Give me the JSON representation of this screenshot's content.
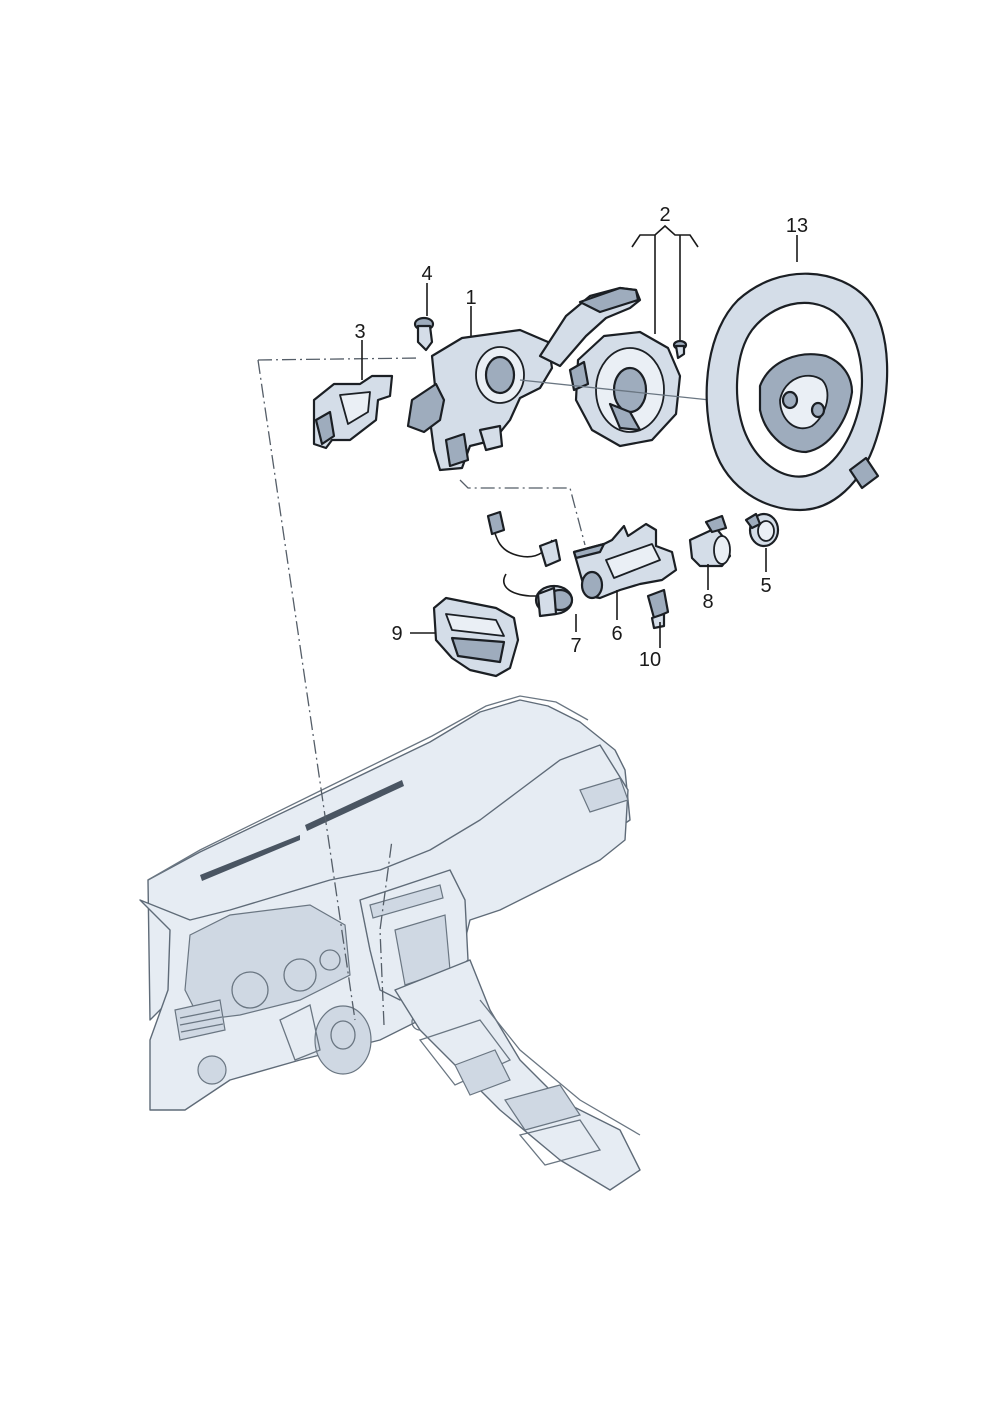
{
  "callouts": {
    "c1": "1",
    "c2": "2",
    "c3": "3",
    "c4": "4",
    "c5": "5",
    "c6": "6",
    "c7": "7",
    "c8": "8",
    "c9": "9",
    "c10": "10",
    "c13": "13"
  },
  "colors": {
    "part_fill": "#d4dde8",
    "part_dark": "#9eacbd",
    "outline": "#1b1f24",
    "dashboard_fill": "#e6ecf3"
  }
}
